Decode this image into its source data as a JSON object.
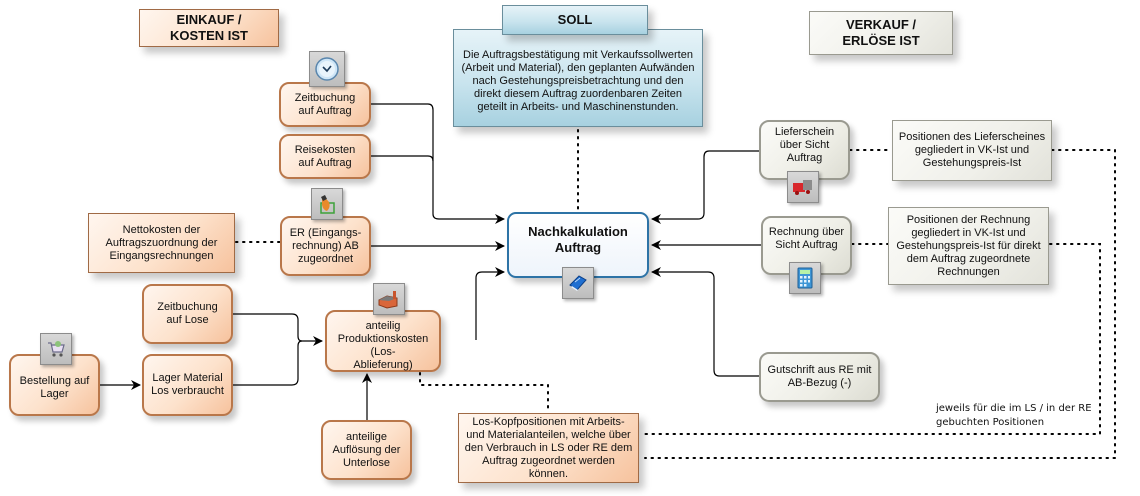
{
  "headers": {
    "einkauf": "EINKAUF /\nKOSTEN IST",
    "soll": "SOLL",
    "verkauf": "VERKAUF /\nERLÖSE IST"
  },
  "soll_description": "Die Auftragsbestätigung mit Verkaufssollwerten\n(Arbeit und Material), den geplanten Aufwänden\nnach Gestehungspreisbetrachtung und den\ndirekt diesem Auftrag zuordenbaren Zeiten\ngeteilt in Arbeits- und Maschinenstunden.",
  "center": {
    "label": "Nachkalkulation\nAuftrag",
    "icon": "book-icon"
  },
  "left_nodes": {
    "zeitbuchung_auftrag": {
      "label": "Zeitbuchung\nauf Auftrag",
      "icon": "clock-icon"
    },
    "reisekosten": {
      "label": "Reisekosten\nauf Auftrag"
    },
    "er_eingang": {
      "label": "ER (Eingangs-\nrechnung) AB\nzugeordnet",
      "icon": "invoice-hand-icon"
    },
    "nettokosten": {
      "label": "Nettokosten der\nAuftragszuordnung der\nEingangsrechnungen"
    },
    "zeitbuchung_lose": {
      "label": "Zeitbuchung\nauf Lose"
    },
    "lager_material": {
      "label": "Lager Material\nLos verbraucht"
    },
    "bestellung_lager": {
      "label": "Bestellung auf\nLager",
      "icon": "shopping-cart-icon"
    },
    "produktionskosten": {
      "label": "anteilig\nProduktionskosten (Los-\nAblieferung)",
      "icon": "factory-icon"
    },
    "unterlose": {
      "label": "anteilige\nAuflösung der\nUnterlose"
    },
    "los_kopfpositionen": {
      "label": "Los-Kopfpositionen mit Arbeits-\nund Materialanteilen, welche über\nden Verbrauch in LS oder RE dem\nAuftrag zugeordnet werden\nkönnen."
    }
  },
  "right_nodes": {
    "lieferschein": {
      "label": "Lieferschein\nüber Sicht\nAuftrag",
      "icon": "truck-icon"
    },
    "lieferschein_positionen": {
      "label": "Positionen des Lieferscheines\ngegliedert in VK-Ist und\nGestehungspreis-Ist"
    },
    "rechnung": {
      "label": "Rechnung über\nSicht Auftrag",
      "icon": "calculator-icon"
    },
    "rechnung_positionen": {
      "label": "Positionen der Rechnung\ngegliedert in VK-Ist und\nGestehungspreis-Ist für direkt\ndem Auftrag zugeordnete\nRechnungen"
    },
    "gutschrift": {
      "label": "Gutschrift aus RE mit\nAB-Bezug (-)"
    }
  },
  "annotation": "jeweils für die im LS / in der RE\ngebuchten Positionen",
  "colors": {
    "orange_border": "#b9774a",
    "center_border": "#2d73a6",
    "soll_fill": "#c9e4ee",
    "grey_border": "#9a9a90",
    "connector": "#000000"
  }
}
